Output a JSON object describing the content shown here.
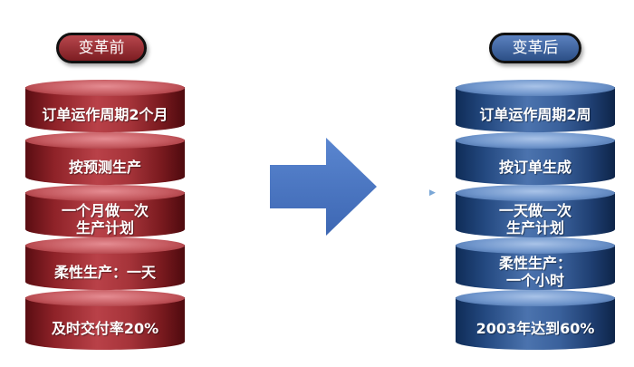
{
  "before": {
    "title": "变革前",
    "layers": [
      "订单运作周期2个月",
      "按预测生产",
      "一个月做一次\n生产计划",
      "柔性生产：一天",
      "及时交付率20%"
    ]
  },
  "after": {
    "title": "变革后",
    "layers": [
      "订单运作周期2周",
      "按订单生成",
      "一天做一次\n生产计划",
      "柔性生产：\n一个小时",
      "2003年达到60%"
    ]
  },
  "colors": {
    "before": "#9b2a31",
    "after": "#3a62a0",
    "arrow": "#4472c4"
  },
  "icons": {
    "arrow": "right-arrow-icon"
  }
}
